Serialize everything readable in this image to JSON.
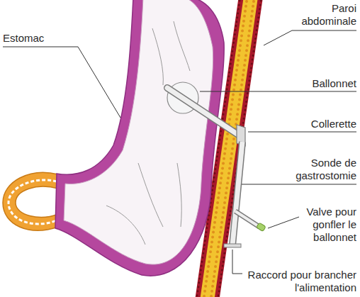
{
  "diagram": {
    "labels": [
      "Paroi abdominale",
      "Estomac",
      "Ballonnet",
      "Collerette",
      "Sonde de gastrostomie",
      "Valve pour gonfler le ballonnet",
      "Raccord pour brancher l'alimentation"
    ]
  }
}
